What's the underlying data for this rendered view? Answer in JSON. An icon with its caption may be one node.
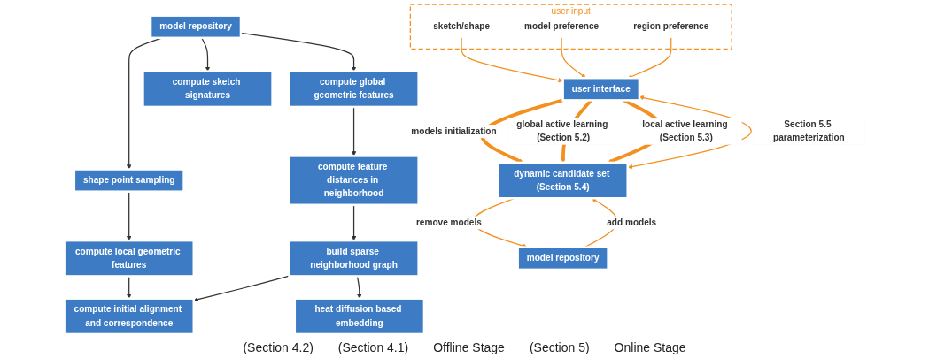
{
  "diagram": {
    "nodes": [
      {
        "text": [
          "model repository"
        ]
      },
      {
        "text": [
          "compute global geometric features"
        ]
      },
      {
        "text": [
          "shape point sampling"
        ]
      },
      {
        "text": [
          "compute sketch signatures"
        ]
      },
      {
        "text": [
          "compute feature distances in neighborhood"
        ]
      },
      {
        "text": [
          "compute local geometric features"
        ]
      },
      {
        "text": [
          "build sparse neighborhood graph"
        ]
      },
      {
        "text": [
          "compute initial alignment and correspondence"
        ]
      },
      {
        "text": [
          "heat diffusion based embedding"
        ]
      },
      {
        "text": [
          "user input"
        ]
      },
      {
        "text": [
          "sketch/shape"
        ],
        "in": 9
      },
      {
        "text": [
          "model preference"
        ],
        "in": 9
      },
      {
        "text": [
          "region preference"
        ],
        "in": 9
      },
      {
        "text": [
          "user interface"
        ]
      },
      {
        "text": [
          "dynamic candidate set (Section 5.4)"
        ]
      },
      {
        "text": [
          "model repository"
        ]
      }
    ],
    "edges": [
      {
        "from": 0,
        "to": 1,
        "arrow": "to"
      },
      {
        "from": 0,
        "to": 2,
        "arrow": "to"
      },
      {
        "from": 0,
        "to": 3,
        "arrow": "to"
      },
      {
        "from": 1,
        "to": 4,
        "arrow": "to"
      },
      {
        "from": 2,
        "to": 5,
        "arrow": "to"
      },
      {
        "from": 4,
        "to": 6,
        "arrow": "to"
      },
      {
        "from": 5,
        "to": 7,
        "arrow": "to"
      },
      {
        "from": 6,
        "to": 7,
        "arrow": "to"
      },
      {
        "from": 6,
        "to": 8,
        "arrow": "to"
      },
      {
        "from": 10,
        "to": 13,
        "arrow": "to",
        "color": "#f39020"
      },
      {
        "from": 11,
        "to": 13,
        "arrow": "to",
        "color": "#f39020"
      },
      {
        "from": 12,
        "to": 13,
        "arrow": "to",
        "color": "#f39020"
      },
      {
        "from": 13,
        "to": 14,
        "arrow": "to",
        "label": "models initialization",
        "style": "thick",
        "color": "#f39020"
      },
      {
        "from": 13,
        "to": 14,
        "arrow": "to",
        "label": "global active learning (Section 5.2)",
        "style": "thick",
        "color": "#f39020"
      },
      {
        "from": 13,
        "to": 14,
        "arrow": "to",
        "label": "local active learning (Section 5.3)",
        "style": "thick",
        "color": "#f39020"
      },
      {
        "from": 14,
        "to": 13,
        "arrow": "both",
        "label": "Section 5.5 parameterization",
        "color": "#f39020"
      },
      {
        "from": 15,
        "to": 14,
        "arrow": "to",
        "label": "add models",
        "color": "#f39020"
      },
      {
        "from": 14,
        "to": 15,
        "arrow": "to",
        "label": "remove models",
        "color": "#f39020"
      }
    ],
    "labels": [
      "(Section 4.2)",
      "(Section 4.1)",
      "Offline Stage",
      "(Section 5)",
      "Online Stage"
    ]
  }
}
